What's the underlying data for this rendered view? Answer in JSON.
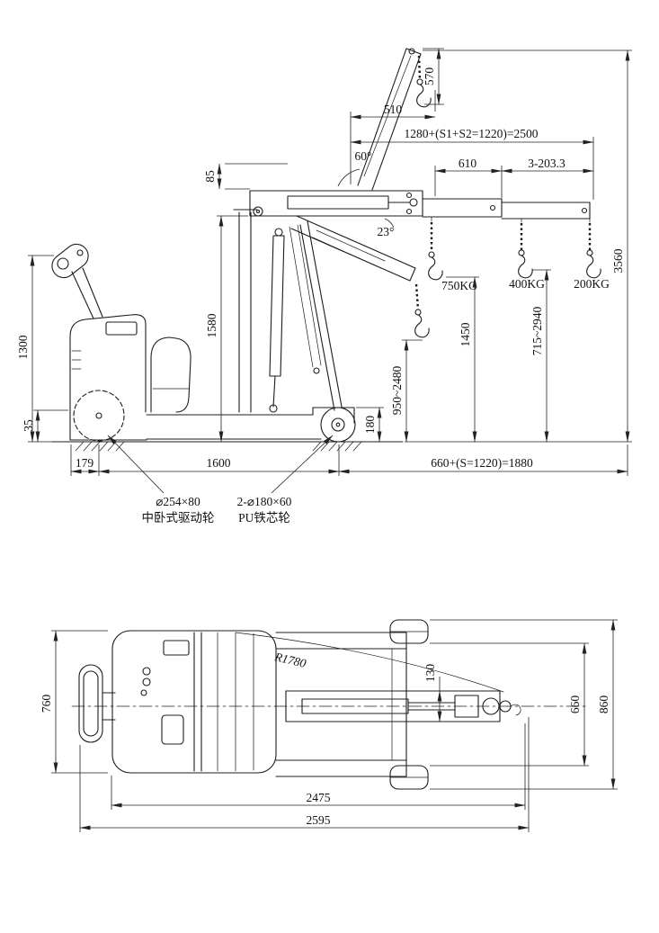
{
  "meta": {
    "background": "#ffffff",
    "line_color": "#1c1c1c"
  },
  "side_view": {
    "dims": {
      "hook_drop": "570",
      "jib_length": "510",
      "boom_length_total": "1280+(S1+S2=1220)=2500",
      "boom_angle": "60°",
      "dim_85": "85",
      "ext_spacing_610": "610",
      "ext_spacing_203": "3-203.3",
      "fold_angle": "23°",
      "max_height": "3560",
      "dim_1450": "1450",
      "hook_range_outer": "715~2940",
      "handle_height": "1300",
      "mast_height": "1580",
      "hook_range_inner": "950~2480",
      "ground_clearance": "35",
      "load_wheel_height": "180",
      "front_overhang": "179",
      "wheelbase": "1600",
      "reach": "660+(S=1220)=1880"
    },
    "capacities": {
      "inner": "750KG",
      "middle": "400KG",
      "outer": "200KG"
    },
    "callouts": {
      "drive_wheel_spec": "⌀254×80",
      "drive_wheel_name": "中卧式驱动轮",
      "load_wheel_spec": "2-⌀180×60",
      "load_wheel_name": "PU铁芯轮"
    }
  },
  "top_view": {
    "dims": {
      "body_width": "760",
      "turning_radius": "R1780",
      "boom_width": "130",
      "frame_width": "660",
      "overall_width": "860",
      "length_to_boom_end": "2475",
      "overall_length": "2595"
    }
  }
}
